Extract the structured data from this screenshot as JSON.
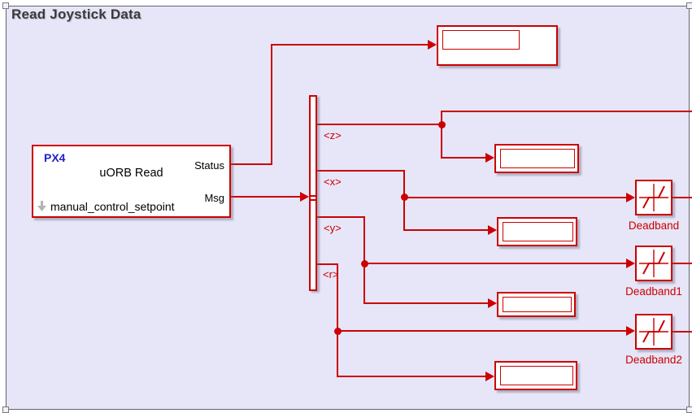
{
  "colors": {
    "wire_red": "#cc0000",
    "area_bg": "#e6e6f8",
    "area_border": "#63636e",
    "brand_blue": "#2222cc",
    "canvas_bg": "#ffffff",
    "title_text": "#3a3a3a",
    "block_bg": "#ffffff",
    "topic_icon_gray": "#b4b4b4"
  },
  "area": {
    "title": "Read Joystick Data"
  },
  "px4_block": {
    "brand": "PX4",
    "name": "uORB Read",
    "topic": "manual_control_setpoint",
    "ports_out": [
      {
        "label": "Status"
      },
      {
        "label": "Msg"
      }
    ],
    "icons": {
      "topic_selector": "down-arrow-icon"
    }
  },
  "bus_selector": {
    "signals": [
      {
        "label": "<z>"
      },
      {
        "label": "<x>"
      },
      {
        "label": "<y>"
      },
      {
        "label": "<r>"
      }
    ]
  },
  "displays": [
    {
      "name": "display-status",
      "value": ""
    },
    {
      "name": "display-z",
      "value": ""
    },
    {
      "name": "display-x",
      "value": ""
    },
    {
      "name": "display-y",
      "value": ""
    },
    {
      "name": "display-r",
      "value": ""
    }
  ],
  "deadbands": [
    {
      "label": "Deadband",
      "icon": "deadband-curve-icon"
    },
    {
      "label": "Deadband1",
      "icon": "deadband-curve-icon"
    },
    {
      "label": "Deadband2",
      "icon": "deadband-curve-icon"
    }
  ]
}
